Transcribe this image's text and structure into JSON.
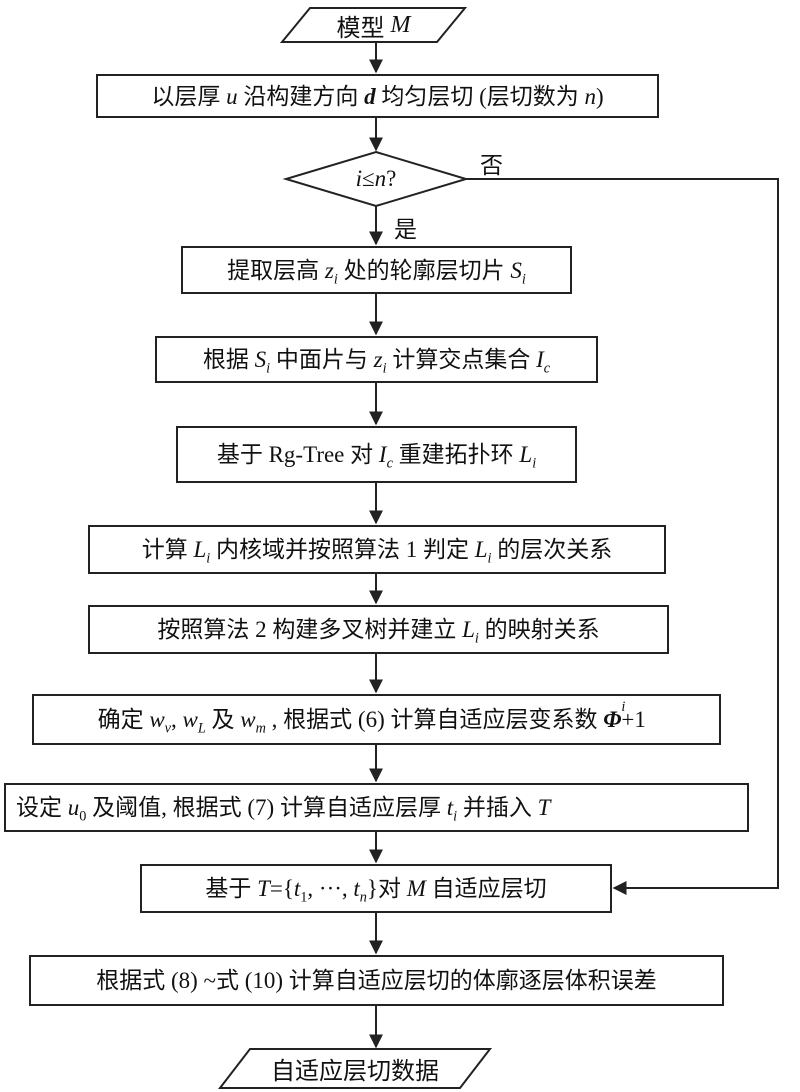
{
  "start_label": "模型 M",
  "start_var": "M",
  "start_prefix": "模型",
  "steps": [
    {
      "id": "slice",
      "text": "以层厚 u 沿构建方向 d 均匀层切 (层切数为 n)"
    },
    {
      "id": "extract",
      "text": "提取层高 z_i 处的轮廓层切片 S_i"
    },
    {
      "id": "intersect",
      "text": "根据 S_i 中面片与 z_i 计算交点集合 I_c"
    },
    {
      "id": "rebuild",
      "text": "基于 Rg-Tree 对 I_c 重建拓扑环 L_i"
    },
    {
      "id": "hierarchy",
      "text": "计算 L_i 内核域并按照算法 1 判定 L_i 的层次关系"
    },
    {
      "id": "tree",
      "text": "按照算法 2 构建多叉树并建立 L_i 的映射关系"
    },
    {
      "id": "coeff",
      "text": "确定 w_v, w_L 及 w_m , 根据式 (6) 计算自适应层变系数 Φ_i^{i+1}"
    },
    {
      "id": "thickness",
      "text": "设定 u_0 及阈值, 根据式 (7) 计算自适应层厚 t_i 并插入 T"
    },
    {
      "id": "adaptive",
      "text": "基于 T={t_1, ···, t_n}对 M 自适应层切"
    },
    {
      "id": "error",
      "text": "根据式 (8) ~式 (10) 计算自适应层切的体廓逐层体积误差"
    }
  ],
  "decision": {
    "text": "i≤n?",
    "yes_label": "是",
    "no_label": "否"
  },
  "end_label": "自适应层切数据",
  "colors": {
    "line": "#222222",
    "background": "#ffffff"
  }
}
